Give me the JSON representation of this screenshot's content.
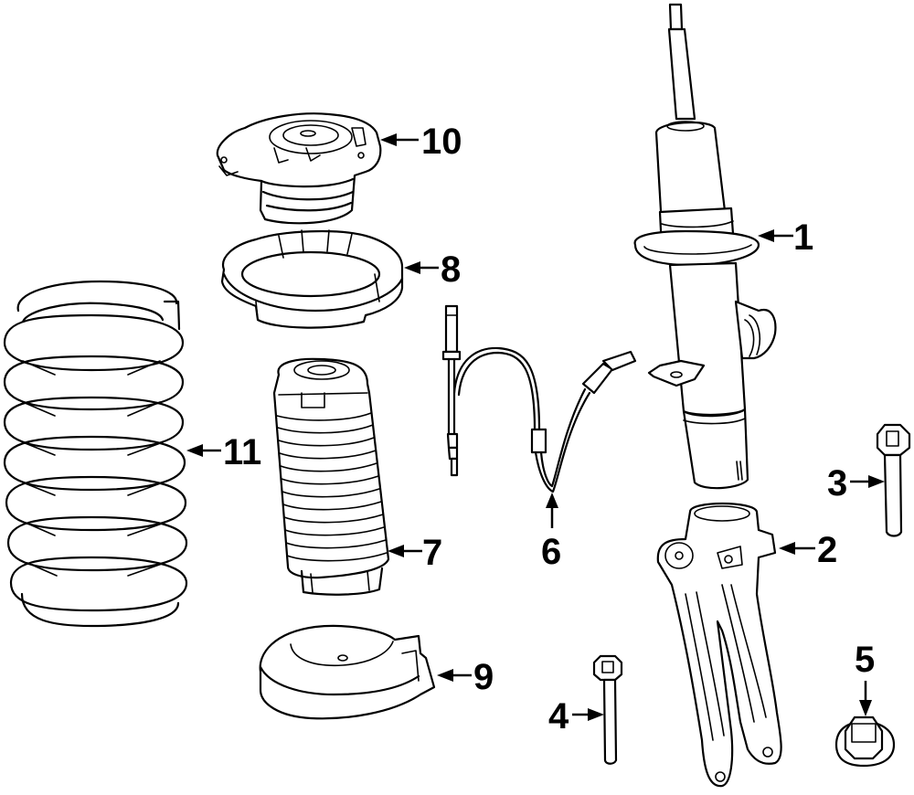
{
  "diagram": {
    "title": "Front Suspension Strut Assembly - Exploded View",
    "colors": {
      "line": "#000000",
      "background": "#ffffff"
    },
    "callouts": [
      {
        "id": "1",
        "label": "1",
        "part": "strut-assembly"
      },
      {
        "id": "2",
        "label": "2",
        "part": "steering-knuckle"
      },
      {
        "id": "3",
        "label": "3",
        "part": "strut-bolt"
      },
      {
        "id": "4",
        "label": "4",
        "part": "knuckle-bolt"
      },
      {
        "id": "5",
        "label": "5",
        "part": "flange-nut"
      },
      {
        "id": "6",
        "label": "6",
        "part": "abs-sensor-wire"
      },
      {
        "id": "7",
        "label": "7",
        "part": "dust-boot"
      },
      {
        "id": "8",
        "label": "8",
        "part": "upper-spring-seat"
      },
      {
        "id": "9",
        "label": "9",
        "part": "lower-spring-insulator"
      },
      {
        "id": "10",
        "label": "10",
        "part": "strut-mount"
      },
      {
        "id": "11",
        "label": "11",
        "part": "coil-spring"
      }
    ]
  }
}
